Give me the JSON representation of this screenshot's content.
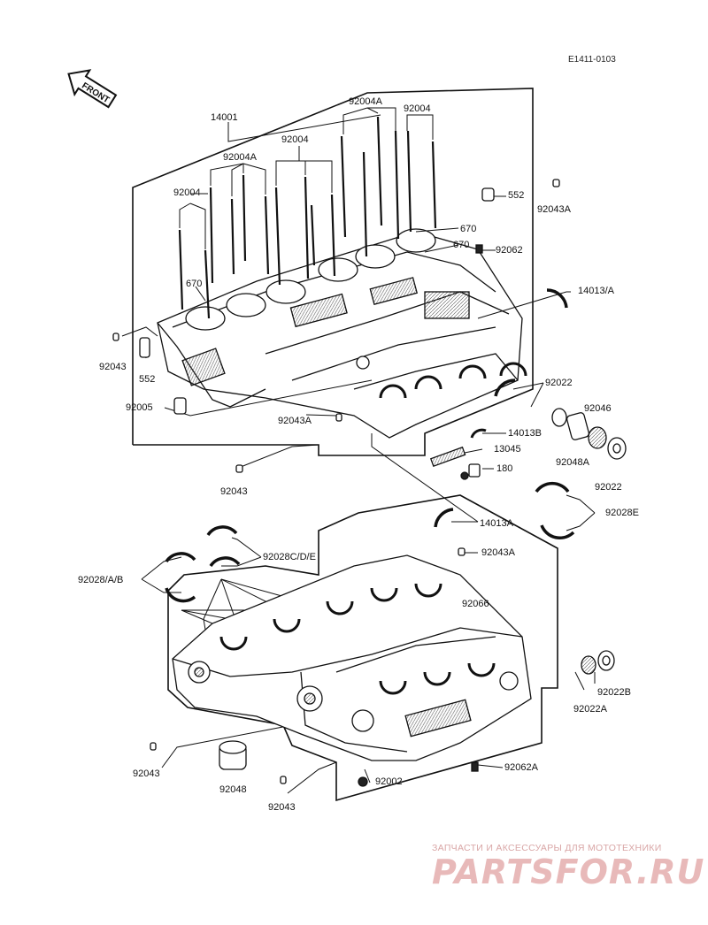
{
  "diagram_code": "E1411-0103",
  "front_label": "FRONT",
  "labels": {
    "p14001": "14001",
    "p92004A_top": "92004A",
    "p92004_top": "92004",
    "p92004_mid": "92004",
    "p92004A_mid": "92004A",
    "p92004_left": "92004",
    "p552_right": "552",
    "p92043A_right": "92043A",
    "p670_a": "670",
    "p670_b": "670",
    "p92062": "92062",
    "p670_left": "670",
    "p14013A_top": "14013/A",
    "p92043_left": "92043",
    "p552_left": "552",
    "p92022_top": "92022",
    "p92005": "92005",
    "p92043A_mid": "92043A",
    "p92046": "92046",
    "p14013B": "14013B",
    "p13045": "13045",
    "p92048A": "92048A",
    "p180": "180",
    "p92022_mid": "92022",
    "p92043_mid": "92043",
    "p92028E": "92028E",
    "p14013A_mid": "14013A",
    "p92043A_low": "92043A",
    "p92028CDE": "92028C/D/E",
    "p92028AB": "92028/A/B",
    "p92066": "92066",
    "p92022B": "92022B",
    "p92022A": "92022A",
    "p92043_bl": "92043",
    "p92062A": "92062A",
    "p92048": "92048",
    "p92002": "92002",
    "p92043_bot": "92043"
  },
  "watermark": {
    "tagline": "ЗАПЧАСТИ И АКСЕССУАРЫ ДЛЯ МОТОТЕХНИКИ",
    "logo": "PARTSFOR.RU"
  }
}
